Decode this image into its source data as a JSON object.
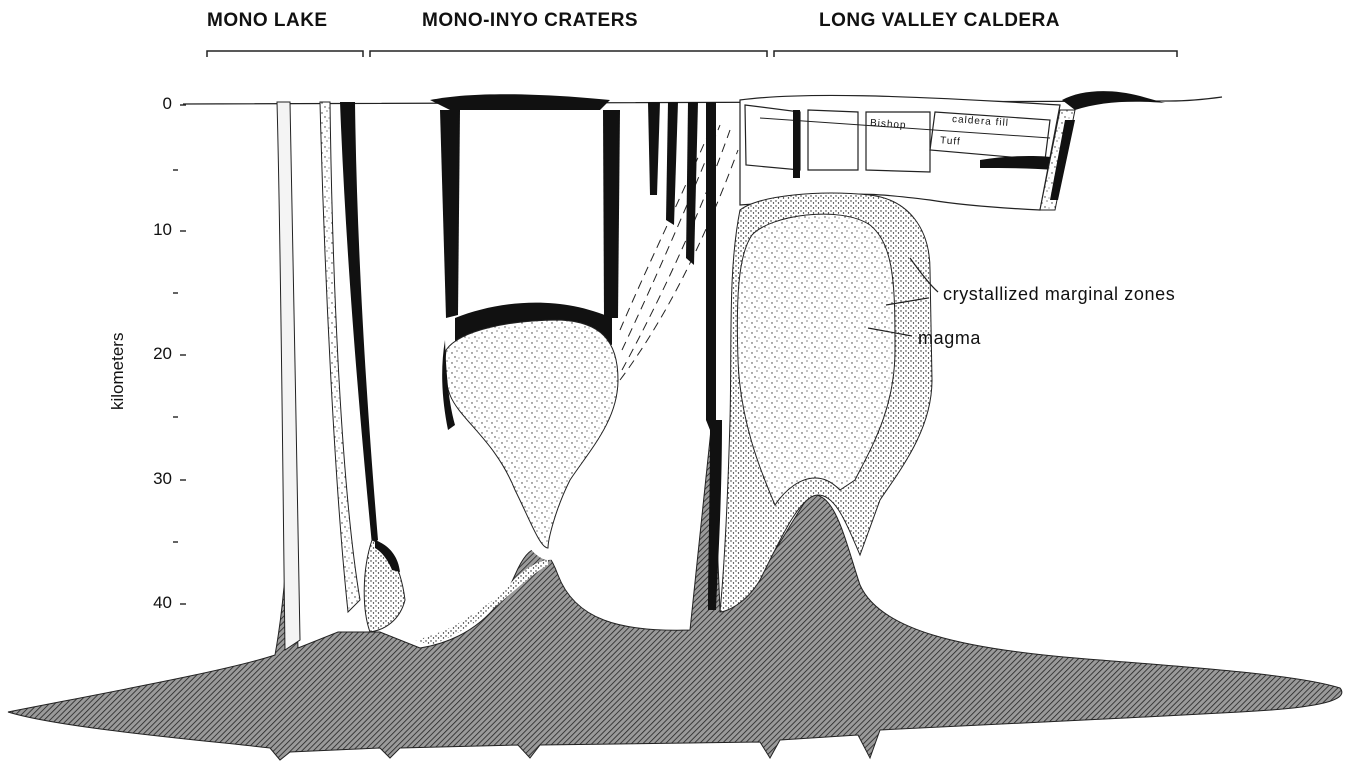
{
  "regions": [
    {
      "key": "mono_lake",
      "label": "MONO LAKE"
    },
    {
      "key": "mono_inyo",
      "label": "MONO-INYO CRATERS"
    },
    {
      "key": "long_valley",
      "label": "LONG VALLEY CALDERA"
    }
  ],
  "axis": {
    "title": "kilometers",
    "ticks": [
      {
        "value": 0,
        "label": "0"
      },
      {
        "value": 10,
        "label": "10"
      },
      {
        "value": 20,
        "label": "20"
      },
      {
        "value": 30,
        "label": "30"
      },
      {
        "value": 40,
        "label": "40"
      }
    ]
  },
  "annotations": {
    "crystallized": "crystallized marginal zones",
    "magma": "magma",
    "caldera_fill": "caldera fill",
    "bishop": "Bishop",
    "tuff": "Tuff"
  }
}
